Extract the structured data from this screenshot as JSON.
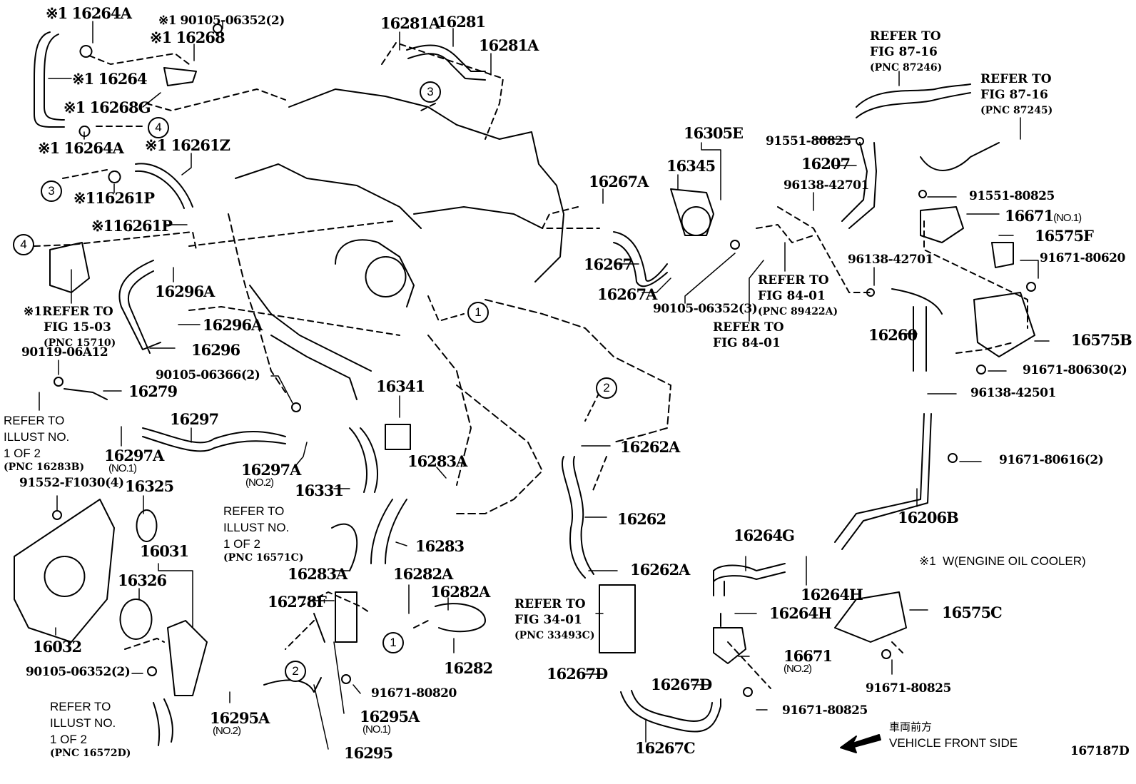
{
  "figure_id": "167187D",
  "note": {
    "mark": "※1",
    "text": "W(ENGINE OIL COOLER)"
  },
  "direction": {
    "jp": "車両前方",
    "en": "VEHICLE FRONT SIDE"
  },
  "callouts": [
    {
      "id": "c-3a",
      "text": "3"
    },
    {
      "id": "c-4a",
      "text": "4"
    },
    {
      "id": "c-3b",
      "text": "3"
    },
    {
      "id": "c-4b",
      "text": "4"
    },
    {
      "id": "c-1a",
      "text": "1"
    },
    {
      "id": "c-2a",
      "text": "2"
    },
    {
      "id": "c-1b",
      "text": "1"
    },
    {
      "id": "c-2b",
      "text": "2"
    }
  ],
  "labels": {
    "p16264A_top": {
      "mark": "※1",
      "part": "16264A"
    },
    "p90105_06352_2_top": {
      "mark": "※1",
      "part": "90105-06352(2)"
    },
    "p16268": {
      "mark": "※1",
      "part": "16268"
    },
    "p16264": {
      "mark": "※1",
      "part": "16264"
    },
    "p16268G": {
      "mark": "※1",
      "part": "16268G"
    },
    "p16264A_bot": {
      "mark": "※1",
      "part": "16264A"
    },
    "p16261Z": {
      "mark": "※1",
      "part": "16261Z"
    },
    "p16261P_a": {
      "mark": "※1",
      "part": "16261P"
    },
    "p16261P_b": {
      "mark": "※1",
      "part": "16261P"
    },
    "p16296A_a": {
      "part": "16296A"
    },
    "p16296A_b": {
      "part": "16296A"
    },
    "p16296": {
      "part": "16296"
    },
    "p90119": {
      "part": "90119-06A12"
    },
    "p16279": {
      "part": "16279"
    },
    "p90105_06366": {
      "part": "90105-06366(2)"
    },
    "p16297": {
      "part": "16297"
    },
    "p16297A_1": {
      "part": "16297A",
      "sub": "(NO.1)"
    },
    "p16297A_2": {
      "part": "16297A",
      "sub": "(NO.2)"
    },
    "p91552": {
      "part": "91552-F1030(4)"
    },
    "p16325": {
      "part": "16325"
    },
    "p16031": {
      "part": "16031"
    },
    "p16326": {
      "part": "16326"
    },
    "p16032": {
      "part": "16032"
    },
    "p90105_06352_2_bot": {
      "part": "90105-06352(2)"
    },
    "p16295A_2": {
      "part": "16295A",
      "sub": "(NO.2)"
    },
    "p16295A_1": {
      "part": "16295A",
      "sub": "(NO.1)"
    },
    "p16295": {
      "part": "16295"
    },
    "p91671_80820": {
      "part": "91671-80820"
    },
    "p16341": {
      "part": "16341"
    },
    "p16331": {
      "part": "16331"
    },
    "p16283A_a": {
      "part": "16283A"
    },
    "p16283": {
      "part": "16283"
    },
    "p16283A_b": {
      "part": "16283A"
    },
    "p16282A_a": {
      "part": "16282A"
    },
    "p16282A_b": {
      "part": "16282A"
    },
    "p16278F": {
      "part": "16278F"
    },
    "p16282": {
      "part": "16282"
    },
    "p16281A_a": {
      "part": "16281A"
    },
    "p16281": {
      "part": "16281"
    },
    "p16281A_b": {
      "part": "16281A"
    },
    "p16305E": {
      "part": "16305E"
    },
    "p16345": {
      "part": "16345"
    },
    "p16267A_a": {
      "part": "16267A"
    },
    "p16267": {
      "part": "16267"
    },
    "p16267A_b": {
      "part": "16267A"
    },
    "p90105_06352_3": {
      "part": "90105-06352(3)"
    },
    "p91551_a": {
      "part": "91551-80825"
    },
    "p16207": {
      "part": "16207"
    },
    "p96138_42701_a": {
      "part": "96138-42701"
    },
    "p91551_b": {
      "part": "91551-80825"
    },
    "p16671_1": {
      "part": "16671",
      "sub": "(NO.1)"
    },
    "p16575F": {
      "part": "16575F"
    },
    "p91671_80620": {
      "part": "91671-80620"
    },
    "p96138_42701_b": {
      "part": "96138-42701"
    },
    "p16260": {
      "part": "16260"
    },
    "p16575B": {
      "part": "16575B"
    },
    "p91671_80630": {
      "part": "91671-80630(2)"
    },
    "p96138_42501": {
      "part": "96138-42501"
    },
    "p91671_80616": {
      "part": "91671-80616(2)"
    },
    "p16206B": {
      "part": "16206B"
    },
    "p16262A_a": {
      "part": "16262A"
    },
    "p16262": {
      "part": "16262"
    },
    "p16262A_b": {
      "part": "16262A"
    },
    "p16264G": {
      "part": "16264G"
    },
    "p16264H_a": {
      "part": "16264H"
    },
    "p16264H_b": {
      "part": "16264H"
    },
    "p16575C": {
      "part": "16575C"
    },
    "p16671_2": {
      "part": "16671",
      "sub": "(NO.2)"
    },
    "p91671_80825_a": {
      "part": "91671-80825"
    },
    "p91671_80825_b": {
      "part": "91671-80825"
    },
    "p16267D_a": {
      "part": "16267D"
    },
    "p16267D_b": {
      "part": "16267D"
    },
    "p16267C": {
      "part": "16267C"
    }
  },
  "references": {
    "ref_fig15": {
      "mark": "※1",
      "line1": "REFER TO",
      "line2": "FIG 15-03",
      "pnc": "(PNC 15710)"
    },
    "ref_16283B": {
      "line1": "REFER TO",
      "line2": "ILLUST NO.",
      "line3": "1 OF 2",
      "pnc": "(PNC 16283B)"
    },
    "ref_16571C": {
      "line1": "REFER TO",
      "line2": "ILLUST NO.",
      "line3": "1 OF 2",
      "pnc": "(PNC 16571C)"
    },
    "ref_16572D": {
      "line1": "REFER TO",
      "line2": "ILLUST NO.",
      "line3": "1 OF 2",
      "pnc": "(PNC 16572D)"
    },
    "ref_87246": {
      "line1": "REFER TO",
      "line2": "FIG 87-16",
      "pnc": "(PNC 87246)"
    },
    "ref_87245": {
      "line1": "REFER TO",
      "line2": "FIG 87-16",
      "pnc": "(PNC 87245)"
    },
    "ref_89422A": {
      "line1": "REFER TO",
      "line2": "FIG 84-01",
      "pnc": "(PNC 89422A)"
    },
    "ref_84_01": {
      "line1": "REFER TO",
      "line2": "FIG 84-01"
    },
    "ref_33493C": {
      "line1": "REFER TO",
      "line2": "FIG 34-01",
      "pnc": "(PNC 33493C)"
    }
  }
}
